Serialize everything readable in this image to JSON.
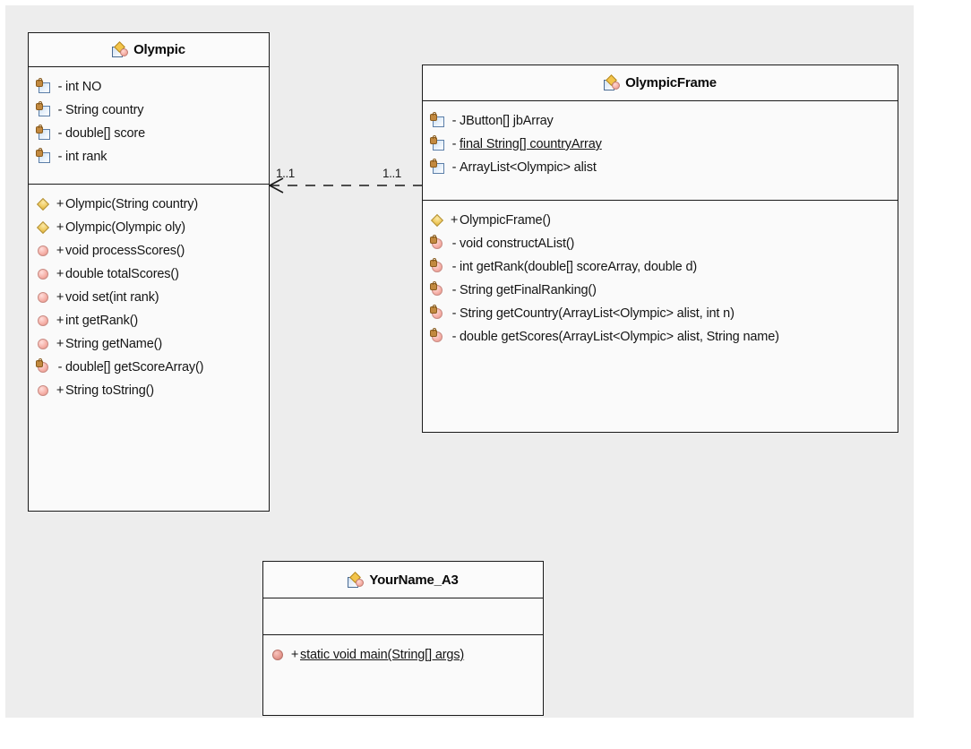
{
  "diagram": {
    "type": "uml-class-diagram",
    "background": "#ededed",
    "classes": [
      {
        "id": "olympic",
        "name": "Olympic",
        "icon": "class-icon",
        "fields": [
          {
            "icon": "private-field-icon",
            "visibility": "-",
            "signature": "int NO",
            "static": false
          },
          {
            "icon": "private-field-icon",
            "visibility": "-",
            "signature": "String country",
            "static": false
          },
          {
            "icon": "private-field-icon",
            "visibility": "-",
            "signature": "double[] score",
            "static": false
          },
          {
            "icon": "private-field-icon",
            "visibility": "-",
            "signature": "int rank",
            "static": false
          }
        ],
        "methods": [
          {
            "icon": "constructor-icon",
            "visibility": "+",
            "signature": "Olympic(String country)",
            "static": false
          },
          {
            "icon": "constructor-icon",
            "visibility": "+",
            "signature": "Olympic(Olympic oly)",
            "static": false
          },
          {
            "icon": "public-method-icon",
            "visibility": "+",
            "signature": "void processScores()",
            "static": false
          },
          {
            "icon": "public-method-icon",
            "visibility": "+",
            "signature": "double totalScores()",
            "static": false
          },
          {
            "icon": "public-method-icon",
            "visibility": "+",
            "signature": "void set(int rank)",
            "static": false
          },
          {
            "icon": "public-method-icon",
            "visibility": "+",
            "signature": "int getRank()",
            "static": false
          },
          {
            "icon": "public-method-icon",
            "visibility": "+",
            "signature": "String getName()",
            "static": false
          },
          {
            "icon": "private-method-icon",
            "visibility": "-",
            "signature": "double[] getScoreArray()",
            "static": false
          },
          {
            "icon": "public-method-icon",
            "visibility": "+",
            "signature": "String toString()",
            "static": false
          }
        ]
      },
      {
        "id": "olympicframe",
        "name": "OlympicFrame",
        "icon": "class-icon",
        "fields": [
          {
            "icon": "private-field-icon",
            "visibility": "-",
            "signature": "JButton[] jbArray",
            "static": false
          },
          {
            "icon": "private-field-icon",
            "visibility": "-",
            "signature": "final String[] countryArray",
            "static": true
          },
          {
            "icon": "private-field-icon",
            "visibility": "-",
            "signature": "ArrayList<Olympic> alist",
            "static": false
          }
        ],
        "methods": [
          {
            "icon": "constructor-icon",
            "visibility": "+",
            "signature": "OlympicFrame()",
            "static": false
          },
          {
            "icon": "private-method-icon",
            "visibility": "-",
            "signature": "void constructAList()",
            "static": false
          },
          {
            "icon": "private-method-icon",
            "visibility": "-",
            "signature": "int getRank(double[] scoreArray, double d)",
            "static": false
          },
          {
            "icon": "private-method-icon",
            "visibility": "-",
            "signature": "String getFinalRanking()",
            "static": false
          },
          {
            "icon": "private-method-icon",
            "visibility": "-",
            "signature": "String getCountry(ArrayList<Olympic> alist, int n)",
            "static": false
          },
          {
            "icon": "private-method-icon",
            "visibility": "-",
            "signature": "double getScores(ArrayList<Olympic> alist, String name)",
            "static": false
          }
        ]
      },
      {
        "id": "yourname_a3",
        "name": "YourName_A3",
        "icon": "class-icon",
        "fields": [],
        "methods": [
          {
            "icon": "static-main-icon",
            "visibility": "+",
            "signature": "static void main(String[] args)",
            "static": true
          }
        ]
      }
    ],
    "associations": [
      {
        "id": "olympic-olympicframe",
        "from": "olympicframe",
        "to": "olympic",
        "style": "dashed",
        "arrow": "open-arrow",
        "source_multiplicity": "1..1",
        "target_multiplicity": "1..1"
      }
    ]
  }
}
